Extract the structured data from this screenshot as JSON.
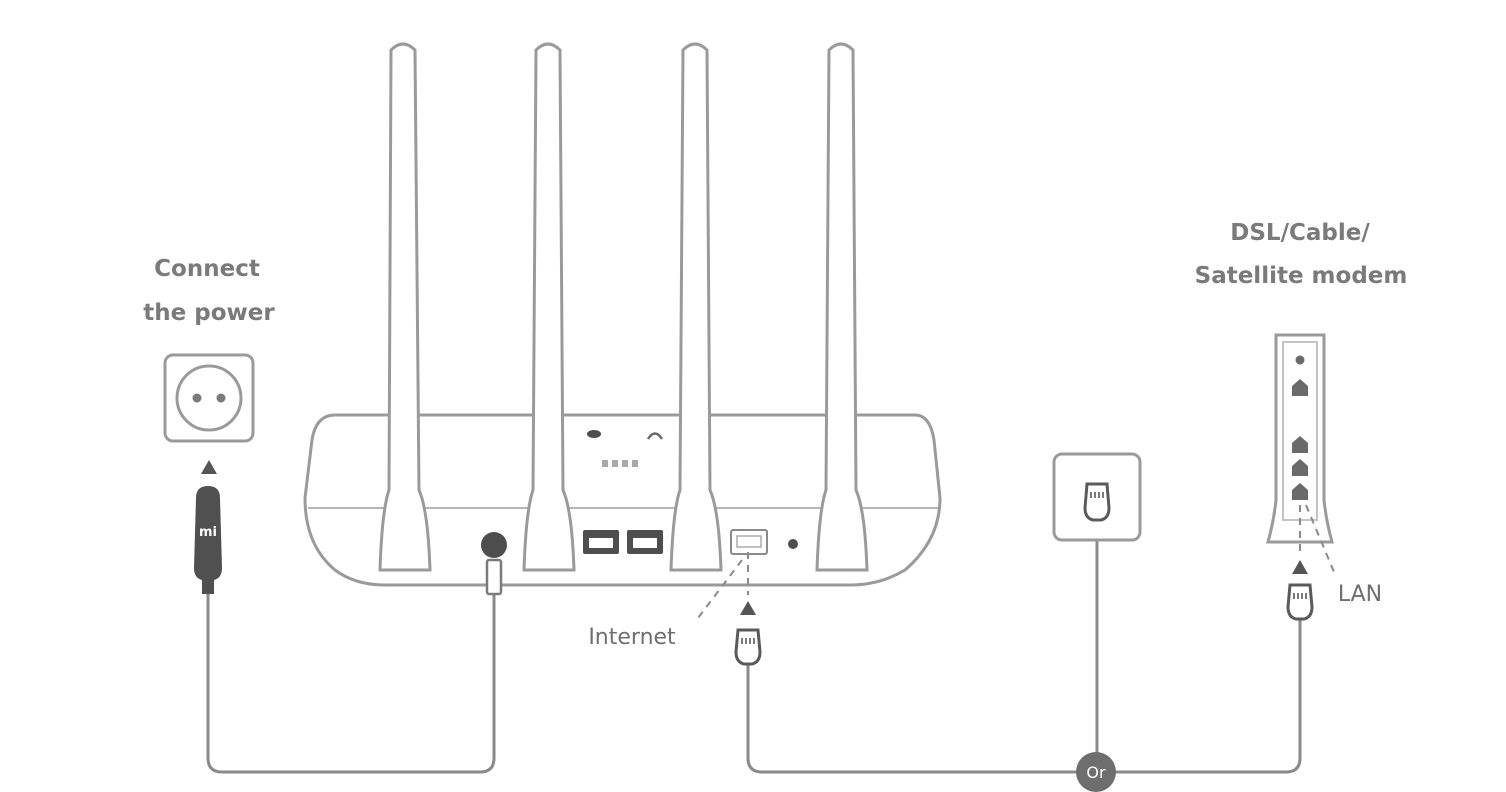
{
  "labels": {
    "power_line1": "Connect",
    "power_line2": "the power",
    "modem_line1": "DSL/Cable/",
    "modem_line2": "Satellite modem",
    "internet": "Internet",
    "lan": "LAN",
    "or": "Or",
    "adapter_logo": "mi"
  },
  "icons": {
    "wall_outlet": "power-socket-icon",
    "power_adapter": "power-adapter-icon",
    "ethernet_wall_jack": "ethernet-wall-jack-icon",
    "ethernet_plug": "ethernet-plug-icon",
    "arrow_up": "arrow-up-icon"
  },
  "colors": {
    "line": "#8a8a8a",
    "outline": "#9a9a9a",
    "label": "#7a7a7a",
    "dark": "#4e4e4e",
    "or_badge": "#6e6e6e"
  }
}
